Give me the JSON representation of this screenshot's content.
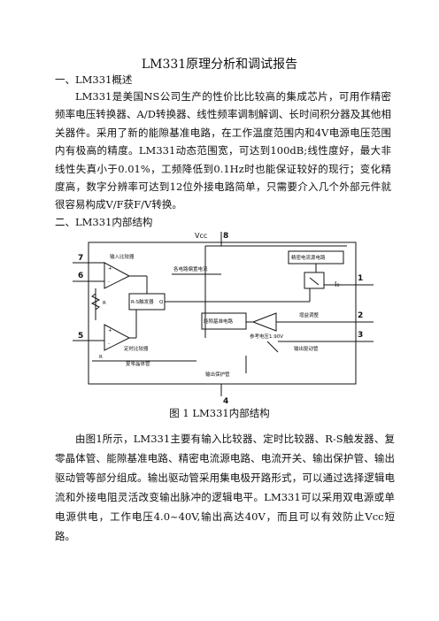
{
  "title": "LM331原理分析和调试报告",
  "section1": "一、LM331概述",
  "para1": "LM331是美国NS公司生产的性价比比较高的集成芯片，可用作精密频率电压转换器、A/D转换器、线性频率调制解调、长时间积分器及其他相关器件。采用了新的能隙基准电路，在工作温度范围内和4V电源电压范围内有极高的精度。LM331动态范围宽，可达到100dB;线性度好，最大非线性失真小于0.01%，工频降低到0.1Hz时也能保证较好的现行；变化精度高，数字分辨率可达到12位外接电路简单，只需要介入几个外部元件就很容易构成V/F获F/V转换。",
  "section2": "二、LM331内部结构",
  "diagram": {
    "vcc": "Vcc",
    "pin8": "8",
    "pin7": "7",
    "pin6": "6",
    "pin5": "5",
    "pin4": "4",
    "pin1": "1",
    "pin2": "2",
    "pin3": "3",
    "input_comparator": "输入比较器",
    "timer_comparator": "定时比较器",
    "rs_flipflop": "R-S触发器",
    "q": "Q",
    "bandgap": "能隙基准电路",
    "precision_current": "精密电流源电路",
    "each_circuit_bias": "各电路偏置电流",
    "ref_voltage": "参考电压1.90V",
    "gain_adjust": "增益调整",
    "output_driver": "输出驱动管",
    "output_protect": "输出保护管",
    "reset_transistor": "复零晶体管",
    "r": "R",
    "r2": "R",
    "i_r": "I₀",
    "plus": "+",
    "minus": "-"
  },
  "caption": "图 1 LM331内部结构",
  "para2": "由图1所示，LM331主要有输入比较器、定时比较器、R-S触发器、复零晶体管、能隙基准电路、精密电流源电路、电流开关、输出保护管、输出驱动管等部分组成。输出驱动管采用集电极开路形式，可以通过选择逻辑电流和外接电阻灵活改变输出脉冲的逻辑电平。LM331可以采用双电源或单电源供电，工作电压4.0~40V,输出高达40V，而且可以有效防止Vcc短路。"
}
